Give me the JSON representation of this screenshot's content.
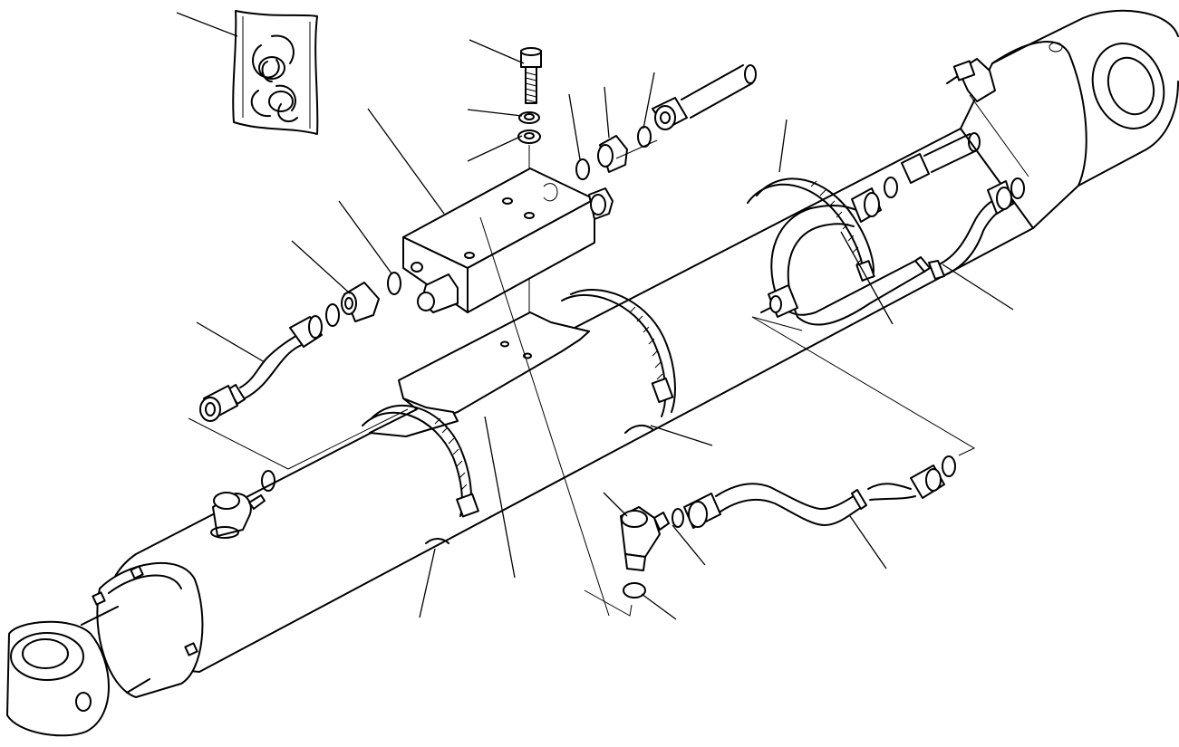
{
  "diagram": {
    "kind": "exploded-parts-view",
    "stroke_color": "#000000",
    "background_color": "#ffffff",
    "callouts_have_text": false,
    "parts": [
      "seal-kit-bag",
      "bolt",
      "spring-washer",
      "flat-washer",
      "valve-block",
      "o-ring",
      "adapter-fitting",
      "hose-tube",
      "mounting-plate",
      "hose-clamp-band",
      "elbow-fitting",
      "hydraulic-cylinder"
    ]
  }
}
